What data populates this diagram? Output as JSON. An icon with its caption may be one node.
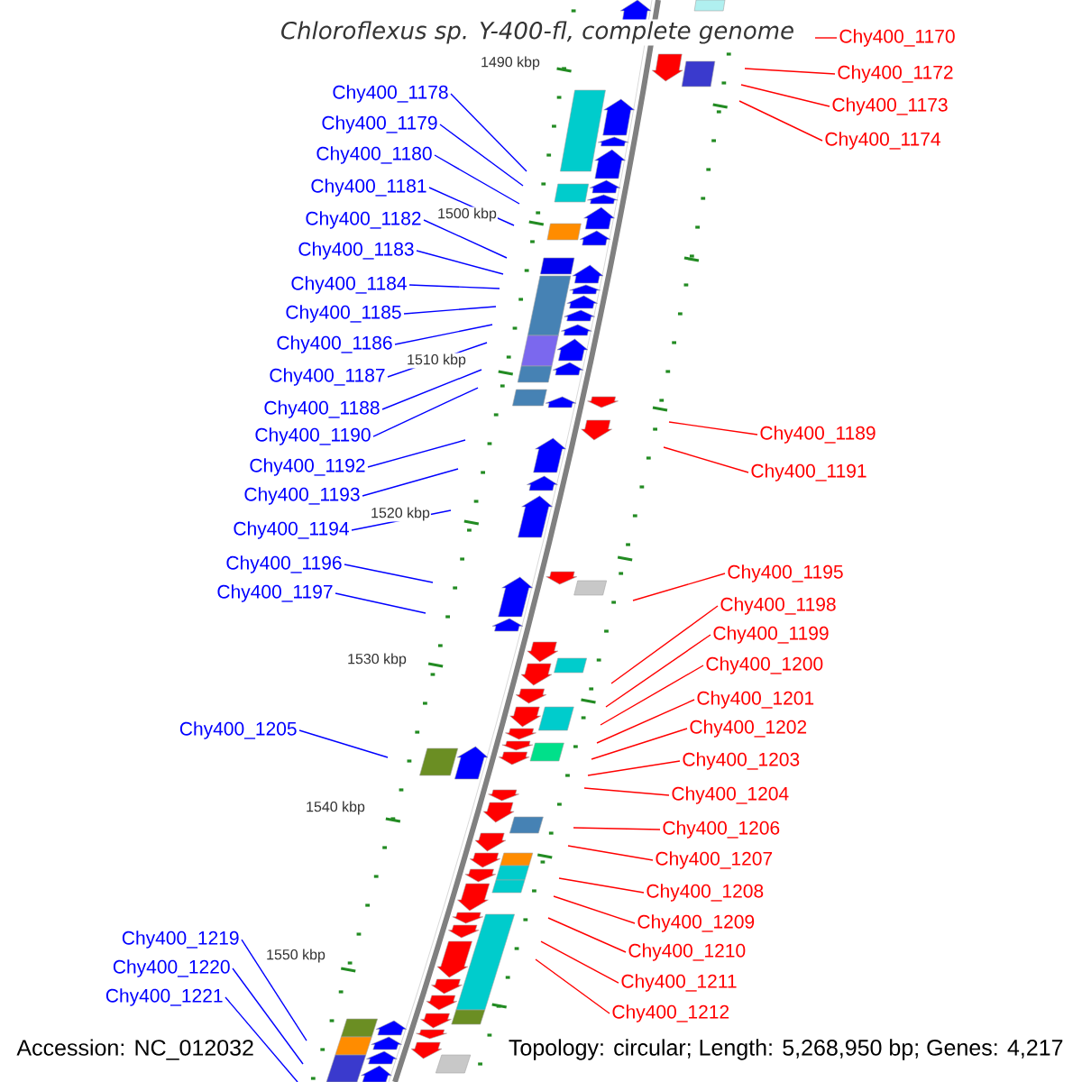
{
  "diagram": {
    "title": "Chloroflexus sp. Y-400-fl, complete genome",
    "nodes": [
      {
        "text": [
          "Chy400_1178"
        ]
      },
      {
        "text": [
          "Chy400_1179"
        ]
      },
      {
        "text": [
          "Chy400_1180"
        ]
      },
      {
        "text": [
          "Chy400_1181"
        ]
      },
      {
        "text": [
          "Chy400_1182"
        ]
      },
      {
        "text": [
          "Chy400_1183"
        ]
      },
      {
        "text": [
          "Chy400_1184"
        ]
      },
      {
        "text": [
          "Chy400_1185"
        ]
      },
      {
        "text": [
          "Chy400_1186"
        ]
      },
      {
        "text": [
          "Chy400_1187"
        ]
      },
      {
        "text": [
          "Chy400_1188"
        ]
      },
      {
        "text": [
          "Chy400_1190"
        ]
      },
      {
        "text": [
          "Chy400_1192"
        ]
      },
      {
        "text": [
          "Chy400_1193"
        ]
      },
      {
        "text": [
          "Chy400_1194"
        ]
      },
      {
        "text": [
          "Chy400_1196"
        ]
      },
      {
        "text": [
          "Chy400_1197"
        ]
      },
      {
        "text": [
          "Chy400_1205"
        ]
      },
      {
        "text": [
          "Chy400_1219"
        ]
      },
      {
        "text": [
          "Chy400_1220"
        ]
      },
      {
        "text": [
          "Chy400_1221"
        ]
      },
      {
        "text": [
          "Chy400_1170"
        ]
      },
      {
        "text": [
          "Chy400_1172"
        ]
      },
      {
        "text": [
          "Chy400_1173"
        ]
      },
      {
        "text": [
          "Chy400_1174"
        ]
      },
      {
        "text": [
          "Chy400_1189"
        ]
      },
      {
        "text": [
          "Chy400_1191"
        ]
      },
      {
        "text": [
          "Chy400_1195"
        ]
      },
      {
        "text": [
          "Chy400_1198"
        ]
      },
      {
        "text": [
          "Chy400_1199"
        ]
      },
      {
        "text": [
          "Chy400_1200"
        ]
      },
      {
        "text": [
          "Chy400_1201"
        ]
      },
      {
        "text": [
          "Chy400_1202"
        ]
      },
      {
        "text": [
          "Chy400_1203"
        ]
      },
      {
        "text": [
          "Chy400_1204"
        ]
      },
      {
        "text": [
          "Chy400_1206"
        ]
      },
      {
        "text": [
          "Chy400_1207"
        ]
      },
      {
        "text": [
          "Chy400_1208"
        ]
      },
      {
        "text": [
          "Chy400_1209"
        ]
      },
      {
        "text": [
          "Chy400_1210"
        ]
      },
      {
        "text": [
          "Chy400_1211"
        ]
      },
      {
        "text": [
          "Chy400_1212"
        ]
      }
    ],
    "edges": [
      {
        "from": 0,
        "to": null,
        "arrow": "none",
        "color": "#0000ff"
      },
      {
        "from": 1,
        "to": null,
        "arrow": "none",
        "color": "#0000ff"
      },
      {
        "from": 2,
        "to": null,
        "arrow": "none",
        "color": "#0000ff"
      },
      {
        "from": 3,
        "to": null,
        "arrow": "none",
        "color": "#0000ff"
      },
      {
        "from": 4,
        "to": null,
        "arrow": "none",
        "color": "#0000ff"
      },
      {
        "from": 5,
        "to": null,
        "arrow": "none",
        "color": "#0000ff"
      },
      {
        "from": 6,
        "to": null,
        "arrow": "none",
        "color": "#0000ff"
      },
      {
        "from": 7,
        "to": null,
        "arrow": "none",
        "color": "#0000ff"
      },
      {
        "from": 8,
        "to": null,
        "arrow": "none",
        "color": "#0000ff"
      },
      {
        "from": 9,
        "to": null,
        "arrow": "none",
        "color": "#0000ff"
      },
      {
        "from": 10,
        "to": null,
        "arrow": "none",
        "color": "#0000ff"
      },
      {
        "from": 11,
        "to": null,
        "arrow": "none",
        "color": "#0000ff"
      },
      {
        "from": 12,
        "to": null,
        "arrow": "none",
        "color": "#0000ff"
      },
      {
        "from": 13,
        "to": null,
        "arrow": "none",
        "color": "#0000ff"
      },
      {
        "from": 14,
        "to": null,
        "arrow": "none",
        "color": "#0000ff"
      },
      {
        "from": 15,
        "to": null,
        "arrow": "none",
        "color": "#0000ff"
      },
      {
        "from": 16,
        "to": null,
        "arrow": "none",
        "color": "#0000ff"
      },
      {
        "from": 17,
        "to": null,
        "arrow": "none",
        "color": "#0000ff"
      },
      {
        "from": 18,
        "to": null,
        "arrow": "none",
        "color": "#0000ff"
      },
      {
        "from": 19,
        "to": null,
        "arrow": "none",
        "color": "#0000ff"
      },
      {
        "from": 20,
        "to": null,
        "arrow": "none",
        "color": "#0000ff"
      },
      {
        "from": 21,
        "to": null,
        "arrow": "none",
        "color": "#ff0000"
      },
      {
        "from": 22,
        "to": null,
        "arrow": "none",
        "color": "#ff0000"
      },
      {
        "from": 23,
        "to": null,
        "arrow": "none",
        "color": "#ff0000"
      },
      {
        "from": 24,
        "to": null,
        "arrow": "none",
        "color": "#ff0000"
      },
      {
        "from": 25,
        "to": null,
        "arrow": "none",
        "color": "#ff0000"
      },
      {
        "from": 26,
        "to": null,
        "arrow": "none",
        "color": "#ff0000"
      },
      {
        "from": 27,
        "to": null,
        "arrow": "none",
        "color": "#ff0000"
      },
      {
        "from": 28,
        "to": null,
        "arrow": "none",
        "color": "#ff0000"
      },
      {
        "from": 29,
        "to": null,
        "arrow": "none",
        "color": "#ff0000"
      },
      {
        "from": 30,
        "to": null,
        "arrow": "none",
        "color": "#ff0000"
      },
      {
        "from": 31,
        "to": null,
        "arrow": "none",
        "color": "#ff0000"
      },
      {
        "from": 32,
        "to": null,
        "arrow": "none",
        "color": "#ff0000"
      },
      {
        "from": 33,
        "to": null,
        "arrow": "none",
        "color": "#ff0000"
      },
      {
        "from": 34,
        "to": null,
        "arrow": "none",
        "color": "#ff0000"
      },
      {
        "from": 35,
        "to": null,
        "arrow": "none",
        "color": "#ff0000"
      },
      {
        "from": 36,
        "to": null,
        "arrow": "none",
        "color": "#ff0000"
      },
      {
        "from": 37,
        "to": null,
        "arrow": "none",
        "color": "#ff0000"
      },
      {
        "from": 38,
        "to": null,
        "arrow": "none",
        "color": "#ff0000"
      },
      {
        "from": 39,
        "to": null,
        "arrow": "none",
        "color": "#ff0000"
      },
      {
        "from": 40,
        "to": null,
        "arrow": "none",
        "color": "#ff0000"
      },
      {
        "from": 41,
        "to": null,
        "arrow": "none",
        "color": "#ff0000"
      }
    ],
    "labels": [
      "1490 kbp",
      "1500 kbp",
      "1510 kbp",
      "1520 kbp",
      "1530 kbp",
      "1540 kbp",
      "1550 kbp",
      "Accession: NC_012032",
      "Topology: circular; Length: 5,268,950 bp; Genes: 4,217"
    ]
  }
}
